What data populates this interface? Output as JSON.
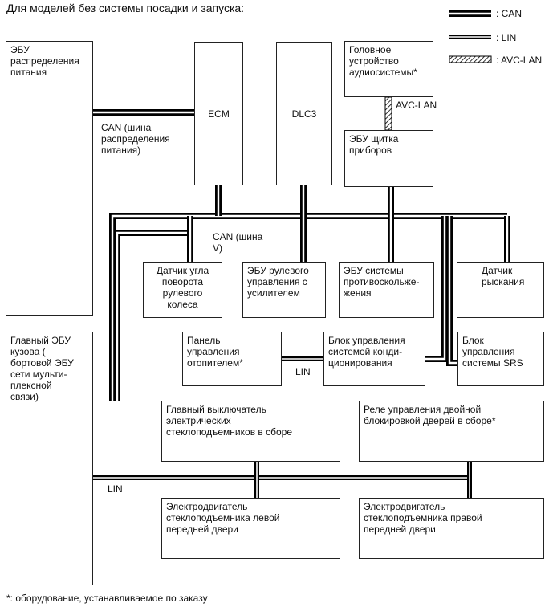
{
  "title": "Для моделей без системы посадки и запуска:",
  "legend": {
    "can": ": CAN",
    "lin": ": LIN",
    "avc": ": AVC-LAN"
  },
  "boxes": {
    "power_ecu": "ЭБУ\nраспределения\nпитания",
    "ecm": "ECM",
    "dlc3": "DLC3",
    "audio": "Головное\nустройство\nаудиосистемы*",
    "meter": "ЭБУ щитка\nприборов",
    "steer_sensor": "Датчик угла\nповорота\nрулевого\nколеса",
    "eps": "ЭБУ рулевого\nуправления с\nусилителем",
    "skid": "ЭБУ системы\nпротивоскольже-\nжения",
    "yaw": "Датчик\nрыскания",
    "body_ecu": "Главный ЭБУ\nкузова (\nбортовой ЭБУ\nсети мульти-\nплексной\nсвязи)",
    "heater_panel": "Панель\nуправления\nотопителем*",
    "ac_amp": "Блок управления\nсистемой конди-\nционирования",
    "srs": "Блок\nуправления\nсистемы SRS",
    "pw_master": "Главный выключатель\nэлектрических\nстеклоподъемников в сборе",
    "door_lock_relay": "Реле управления двойной\nблокировкой дверей в сборе*",
    "motor_left": "Электродвигатель\nстеклоподъемника левой\nпередней двери",
    "motor_right": "Электродвигатель\nстеклоподъемника правой\nпередней двери"
  },
  "labels": {
    "can_power": "CAN (шина\nраспределения\nпитания)",
    "can_v": "CAN (шина\nV)",
    "avc_lan": "AVC-LAN",
    "lin_ac": "LIN",
    "lin_body": "LIN"
  },
  "footnote": "*: оборудование, устанавливаемое по заказу"
}
